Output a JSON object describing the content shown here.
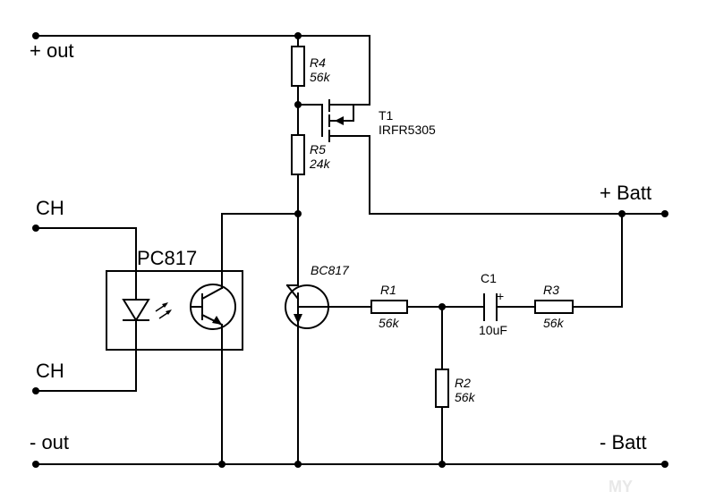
{
  "terminals": {
    "plus_out": "+ out",
    "minus_out": "- out",
    "plus_batt": "+ Batt",
    "minus_batt": "- Batt",
    "ch_top": "CH",
    "ch_bottom": "CH"
  },
  "optocoupler": {
    "label": "PC817"
  },
  "components": {
    "r4": {
      "ref": "R4",
      "value": "56k"
    },
    "r5": {
      "ref": "R5",
      "value": "24k"
    },
    "r1": {
      "ref": "R1",
      "value": "56k"
    },
    "r2": {
      "ref": "R2",
      "value": "56k"
    },
    "r3": {
      "ref": "R3",
      "value": "56k"
    },
    "c1": {
      "ref": "C1",
      "value": "10uF",
      "polarity": "+"
    },
    "t1": {
      "ref": "T1",
      "value": "IRFR5305"
    },
    "q1": {
      "ref": "BC817"
    }
  },
  "watermark": "MY"
}
